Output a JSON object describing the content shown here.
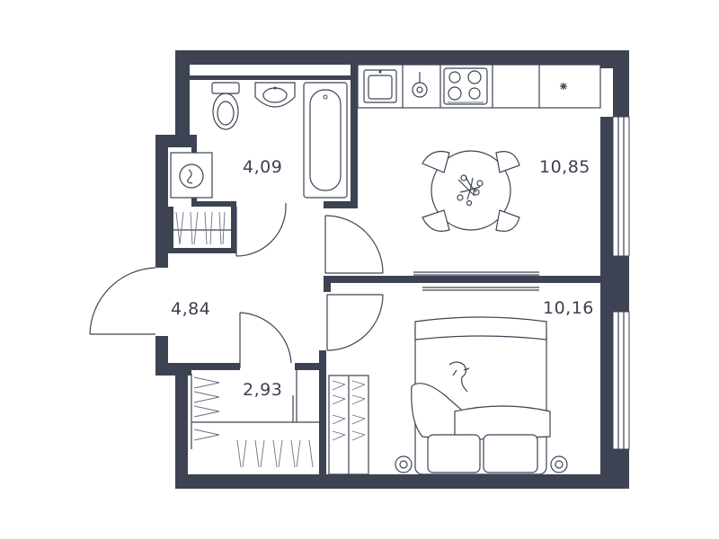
{
  "rooms": [
    {
      "id": "bathroom",
      "area": "4,09"
    },
    {
      "id": "kitchen-living",
      "area": "10,85"
    },
    {
      "id": "hallway",
      "area": "4,84"
    },
    {
      "id": "bedroom",
      "area": "10,16"
    },
    {
      "id": "wardrobe",
      "area": "2,93"
    }
  ],
  "colors": {
    "wall": "#3d4352",
    "line": "#3d4352",
    "background": "#ffffff"
  }
}
